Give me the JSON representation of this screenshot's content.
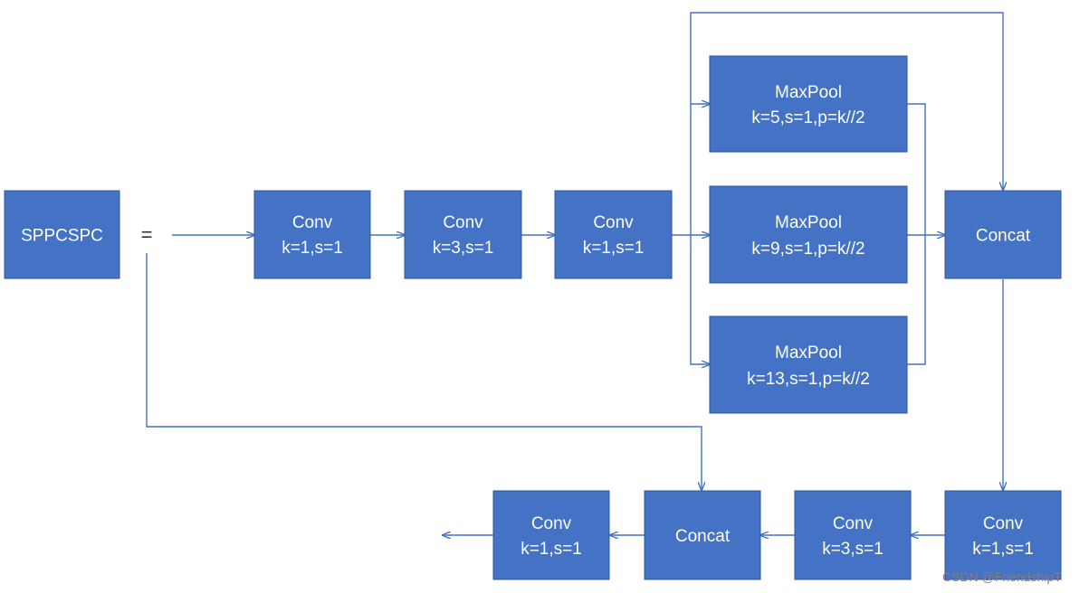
{
  "diagram": {
    "module_label": "SPPCSPC",
    "equals_sign": "=",
    "watermark": "CSDN @FriendshipT",
    "accent_color": "#4472c4",
    "nodes": {
      "sppcspc": {
        "lines": [
          "SPPCSPC"
        ]
      },
      "conv1": {
        "lines": [
          "Conv",
          "k=1,s=1"
        ]
      },
      "conv2": {
        "lines": [
          "Conv",
          "k=3,s=1"
        ]
      },
      "conv3": {
        "lines": [
          "Conv",
          "k=1,s=1"
        ]
      },
      "maxpool5": {
        "lines": [
          "MaxPool",
          "k=5,s=1,p=k//2"
        ]
      },
      "maxpool9": {
        "lines": [
          "MaxPool",
          "k=9,s=1,p=k//2"
        ]
      },
      "maxpool13": {
        "lines": [
          "MaxPool",
          "k=13,s=1,p=k//2"
        ]
      },
      "concat1": {
        "lines": [
          "Concat"
        ]
      },
      "conv4": {
        "lines": [
          "Conv",
          "k=1,s=1"
        ]
      },
      "conv5": {
        "lines": [
          "Conv",
          "k=3,s=1"
        ]
      },
      "concat2": {
        "lines": [
          "Concat"
        ]
      },
      "conv6": {
        "lines": [
          "Conv",
          "k=1,s=1"
        ]
      }
    }
  }
}
